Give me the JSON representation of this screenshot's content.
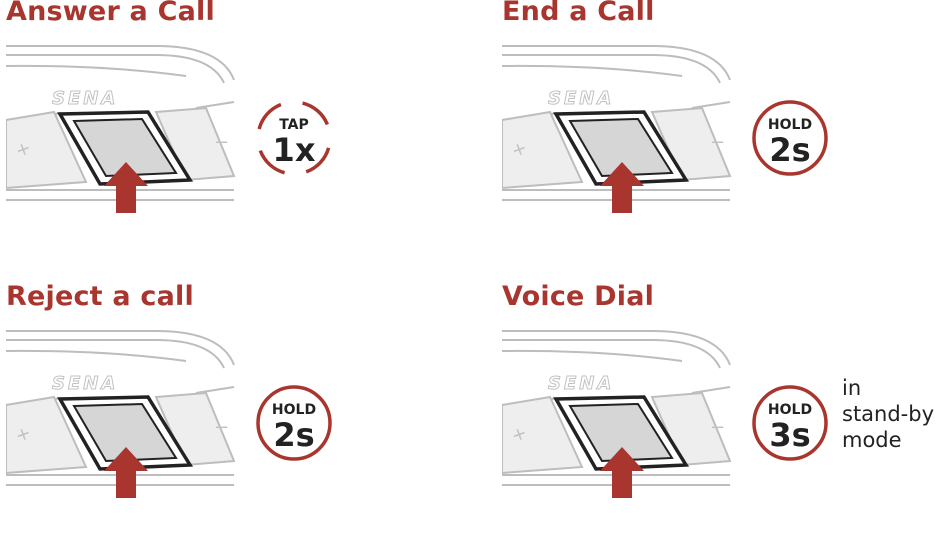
{
  "colors": {
    "accent": "#a8362f",
    "outline": "#222222",
    "device_gray": "#d6d6d6"
  },
  "device_brand": "SENA",
  "panels": [
    {
      "title": "Answer a Call",
      "action": "TAP",
      "duration": "1x",
      "style": "dashed",
      "note": []
    },
    {
      "title": "End a Call",
      "action": "HOLD",
      "duration": "2s",
      "style": "solid",
      "note": []
    },
    {
      "title": "Reject a call",
      "action": "HOLD",
      "duration": "2s",
      "style": "solid",
      "note": []
    },
    {
      "title": "Voice Dial",
      "action": "HOLD",
      "duration": "3s",
      "style": "solid",
      "note": [
        "in",
        "stand-by",
        "mode"
      ]
    }
  ]
}
